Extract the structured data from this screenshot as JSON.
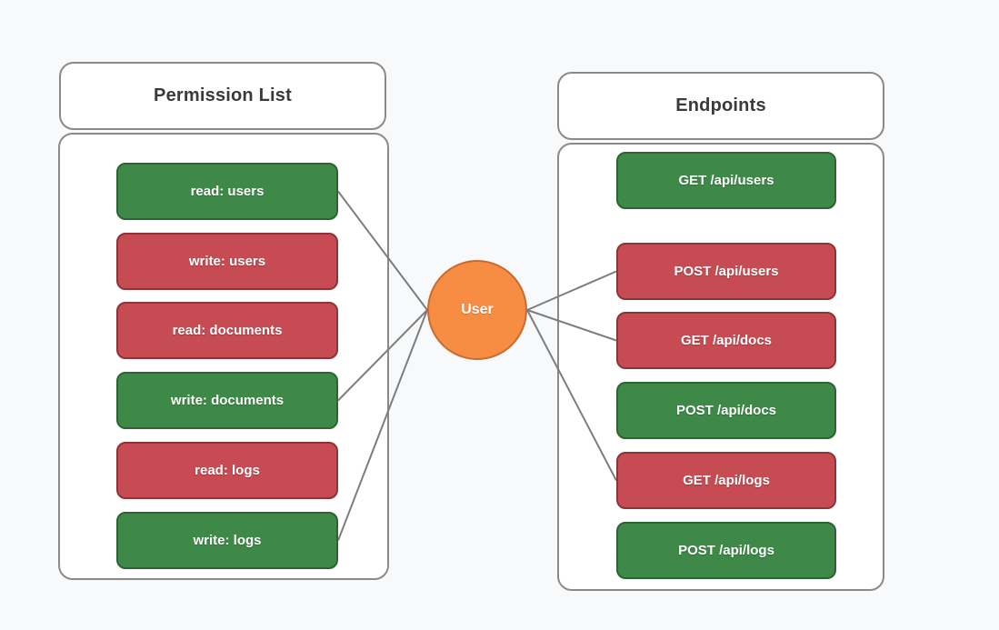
{
  "colors": {
    "background": "#f8f9fa",
    "panel_border": "#8a8a8a",
    "title_text": "#3a3a3a",
    "green": "#3e8948",
    "green_border": "#2c6434",
    "red": "#c64b53",
    "red_border": "#8f3339",
    "orange": "#f78d42",
    "orange_border": "#c96a30",
    "line": "#7d7d7d"
  },
  "left_panel": {
    "title": "Permission List",
    "items": [
      {
        "id": "read-users",
        "label": "read: users",
        "color": "green"
      },
      {
        "id": "write-users",
        "label": "write: users",
        "color": "red"
      },
      {
        "id": "read-documents",
        "label": "read: documents",
        "color": "red"
      },
      {
        "id": "write-documents",
        "label": "write: documents",
        "color": "green"
      },
      {
        "id": "read-logs",
        "label": "read: logs",
        "color": "red"
      },
      {
        "id": "write-logs",
        "label": "write: logs",
        "color": "green"
      }
    ]
  },
  "right_panel": {
    "title": "Endpoints",
    "items": [
      {
        "id": "get-api-users",
        "label": "GET /api/users",
        "color": "green"
      },
      {
        "id": "post-api-users",
        "label": "POST /api/users",
        "color": "red"
      },
      {
        "id": "get-api-docs",
        "label": "GET /api/docs",
        "color": "red"
      },
      {
        "id": "post-api-docs",
        "label": "POST /api/docs",
        "color": "green"
      },
      {
        "id": "get-api-logs",
        "label": "GET /api/logs",
        "color": "red"
      },
      {
        "id": "post-api-logs",
        "label": "POST /api/logs",
        "color": "green"
      }
    ]
  },
  "user_node": {
    "id": "user",
    "label": "User"
  },
  "connections": [
    {
      "from": "read-users",
      "to": "user"
    },
    {
      "from": "write-documents",
      "to": "user"
    },
    {
      "from": "write-logs",
      "to": "user"
    },
    {
      "from": "user",
      "to": "post-api-users"
    },
    {
      "from": "user",
      "to": "get-api-docs"
    },
    {
      "from": "user",
      "to": "get-api-logs"
    }
  ]
}
